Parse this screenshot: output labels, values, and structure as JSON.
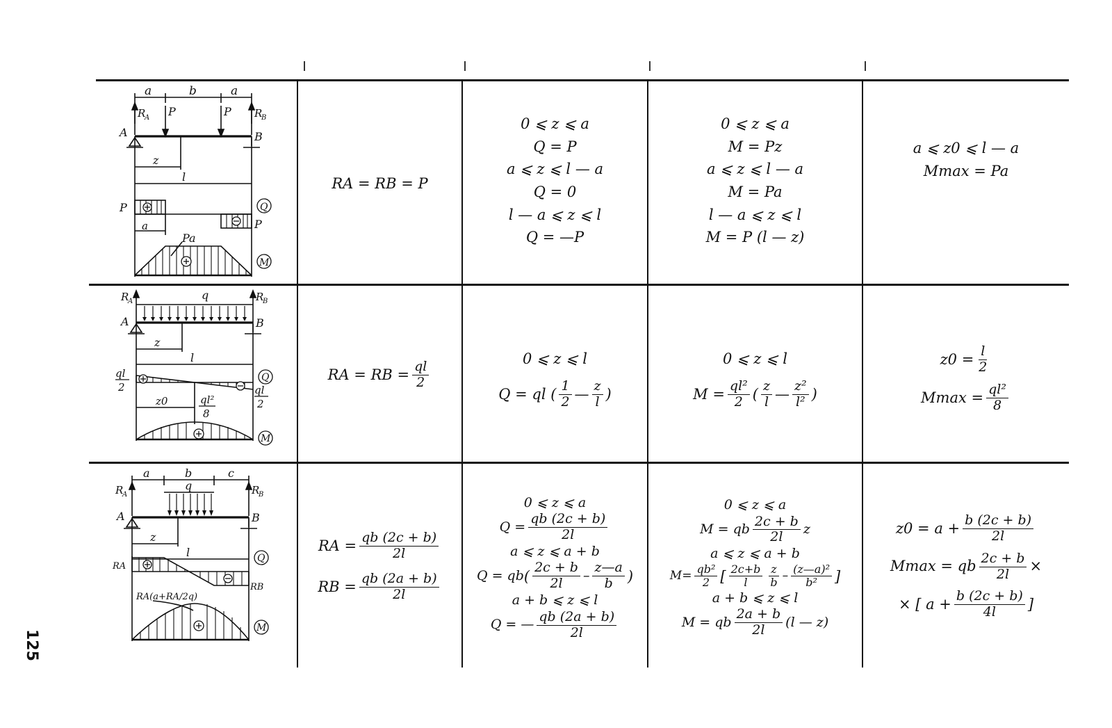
{
  "page_number": "125",
  "rows": [
    {
      "id": "row1",
      "diagram": {
        "dims": [
          "a",
          "b",
          "a"
        ],
        "reactions": [
          "R",
          "A",
          "R",
          "B"
        ],
        "loads": [
          "P",
          "P"
        ],
        "supports": [
          "A",
          "B"
        ],
        "z": "z",
        "l": "l",
        "q_labels": [
          "P",
          "P"
        ],
        "a_label": "a",
        "m_label": "Pa",
        "circ_q": "Q",
        "circ_m": "M"
      },
      "reactions_text": "RA = RB = P",
      "shear": [
        "0 ⩽ z ⩽ a",
        "Q = P",
        "a ⩽ z ⩽ l — a",
        "Q = 0",
        "l — a ⩽ z ⩽ l",
        "Q = —P"
      ],
      "moment": [
        "0 ⩽ z ⩽ a",
        "M = Pz",
        "a ⩽ z ⩽ l — a",
        "M = Pa",
        "l — a ⩽ z ⩽ l",
        "M = P (l — z)"
      ],
      "max": [
        "a ⩽ z0 ⩽ l — a",
        "Mmax = Pa"
      ]
    },
    {
      "id": "row2",
      "diagram": {
        "reactions": [
          "R",
          "A",
          "R",
          "B"
        ],
        "load": "q",
        "supports": [
          "A",
          "B"
        ],
        "z": "z",
        "l": "l",
        "q_left_num": "ql",
        "q_left_den": "2",
        "q_right_num": "ql",
        "q_right_den": "2",
        "z0": "z0",
        "m_num": "ql²",
        "m_den": "8",
        "circ_q": "Q",
        "circ_m": "M"
      },
      "reactions_lhs": "RA = RB =",
      "reactions_num": "ql",
      "reactions_den": "2",
      "shear_range": "0 ⩽ z ⩽ l",
      "shear_lhs": "Q = ql",
      "shear_f1_num": "1",
      "shear_f1_den": "2",
      "shear_f2_num": "z",
      "shear_f2_den": "l",
      "moment_range": "0 ⩽ z ⩽ l",
      "moment_lhs": "M =",
      "moment_f0_num": "ql²",
      "moment_f0_den": "2",
      "moment_f1_num": "z",
      "moment_f1_den": "l",
      "moment_f2_num": "z²",
      "moment_f2_den": "l²",
      "max_z_lhs": "z0 =",
      "max_z_num": "l",
      "max_z_den": "2",
      "max_m_lhs": "Mmax =",
      "max_m_num": "ql²",
      "max_m_den": "8"
    },
    {
      "id": "row3",
      "diagram": {
        "dims": [
          "a",
          "b",
          "c"
        ],
        "reactions": [
          "R",
          "A",
          "R",
          "B"
        ],
        "load": "q",
        "supports": [
          "A",
          "B"
        ],
        "z": "z",
        "l": "l",
        "q_left": "RA",
        "q_right": "RB",
        "m_label": "RA(a+RA/2q)",
        "circ_q": "Q",
        "circ_m": "M"
      },
      "ra_lhs": "RA =",
      "ra_num": "qb (2c + b)",
      "ra_den": "2l",
      "rb_lhs": "RB =",
      "rb_num": "qb (2a + b)",
      "rb_den": "2l",
      "shear_r1": "0 ⩽ z ⩽ a",
      "shear_q1_lhs": "Q =",
      "shear_q1_num": "qb (2c + b)",
      "shear_q1_den": "2l",
      "shear_r2": "a ⩽ z ⩽ a + b",
      "shear_q2_lhs": "Q = qb",
      "shear_q2_f1_num": "2c + b",
      "shear_q2_f1_den": "2l",
      "shear_q2_f2_num": "z—a",
      "shear_q2_f2_den": "b",
      "shear_r3": "a + b ⩽ z ⩽ l",
      "shear_q3_lhs": "Q = —",
      "shear_q3_num": "qb (2a + b)",
      "shear_q3_den": "2l",
      "moment_r1": "0 ⩽ z ⩽ a",
      "moment_m1_lhs": "M = qb",
      "moment_m1_num": "2c + b",
      "moment_m1_den": "2l",
      "moment_m1_tail": "z",
      "moment_r2": "a ⩽ z ⩽ a + b",
      "moment_m2_lhs": "M=",
      "moment_m2_f0_num": "qb²",
      "moment_m2_f0_den": "2",
      "moment_m2_f1_num": "2c+b",
      "moment_m2_f1_den": "l",
      "moment_m2_f2_num": "z",
      "moment_m2_f2_den": "b",
      "moment_m2_f3_num": "(z—a)²",
      "moment_m2_f3_den": "b²",
      "moment_r3": "a + b ⩽ z ⩽ l",
      "moment_m3_lhs": "M = qb",
      "moment_m3_num": "2a + b",
      "moment_m3_den": "2l",
      "moment_m3_tail": "(l — z)",
      "max_z_lhs": "z0 = a +",
      "max_z_num": "b (2c + b)",
      "max_z_den": "2l",
      "max_m_lhs": "Mmax = qb",
      "max_m_num": "2c + b",
      "max_m_den": "2l",
      "max_m_tail": "×",
      "max_m2_lhs": "× [ a +",
      "max_m2_num": "b (2c + b)",
      "max_m2_den": "4l",
      "max_m2_tail": "]"
    }
  ]
}
